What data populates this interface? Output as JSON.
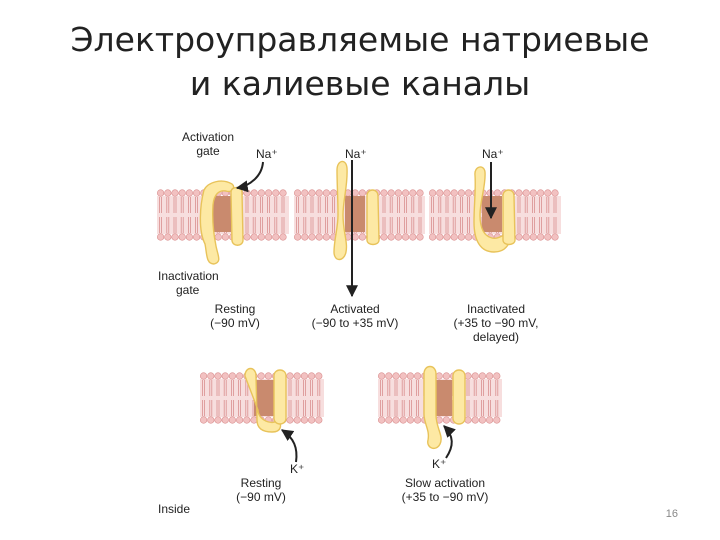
{
  "slide": {
    "title_line1": "Электроуправляемые натриевые",
    "title_line2": "и калиевые каналы",
    "page_number": "16"
  },
  "labels": {
    "activation_gate_1": "Activation",
    "activation_gate_2": "gate",
    "inactivation_gate_1": "Inactivation",
    "inactivation_gate_2": "gate",
    "inside": "Inside"
  },
  "sodium_channel": {
    "ion": "Na⁺",
    "states": [
      {
        "name": "Resting",
        "voltage": "(−90 mV)"
      },
      {
        "name": "Activated",
        "voltage": "(−90 to +35 mV)"
      },
      {
        "name": "Inactivated",
        "voltage": "(+35 to −90 mV,",
        "voltage2": "delayed)"
      }
    ]
  },
  "potassium_channel": {
    "ion": "K⁺",
    "states": [
      {
        "name": "Resting",
        "voltage": "(−90 mV)"
      },
      {
        "name": "Slow activation",
        "voltage": "(+35 to −90 mV)"
      }
    ]
  },
  "colors": {
    "membrane_head": "#f2c1c1",
    "membrane_tail": "#d98f8f",
    "pore": "#c98a6e",
    "protein_fill": "#fde9a4",
    "protein_stroke": "#e8c35a",
    "arrow": "#222222"
  }
}
